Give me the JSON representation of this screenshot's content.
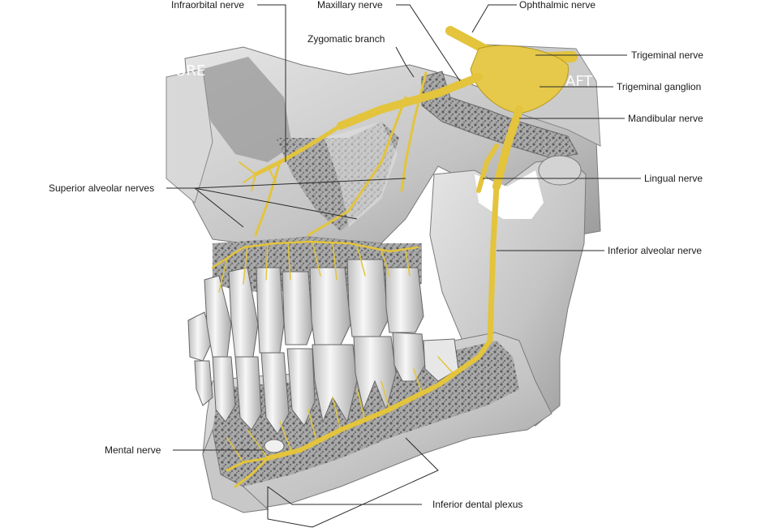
{
  "labels": {
    "infraorbital": "Infraorbital nerve",
    "maxillary": "Maxillary nerve",
    "ophthalmic": "Ophthalmic nerve",
    "zygomatic": "Zygomatic branch",
    "trigeminal": "Trigeminal nerve",
    "ganglion": "Trigeminal ganglion",
    "mandibular": "Mandibular nerve",
    "superior_alveolar": "Superior alveolar nerves",
    "lingual": "Lingual nerve",
    "inferior_alveolar": "Inferior alveolar nerve",
    "mental": "Mental nerve",
    "inferior_dental_plexus": "Inferior dental plexus"
  },
  "watermarks": {
    "before": "FORE",
    "after": "AFT"
  },
  "colors": {
    "nerve": "#e3c43c",
    "bone": "#cfcfcf",
    "bone_shadow": "#8f8f8f",
    "cancellous": "#6e6e6e",
    "tooth": "#f1f1f1"
  }
}
